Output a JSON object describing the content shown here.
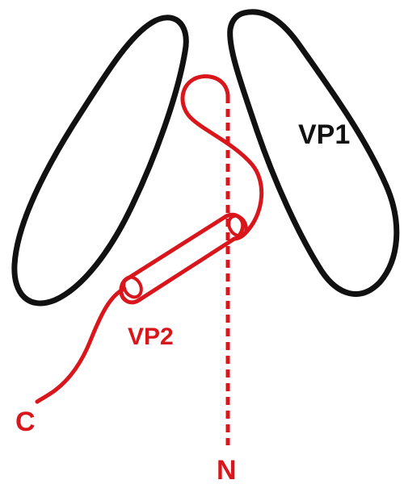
{
  "labels": {
    "vp1": "VP1",
    "vp2": "VP2",
    "c_terminus": "C",
    "n_terminus": "N"
  },
  "colors": {
    "outline": "#111111",
    "vp2": "#d8161b",
    "background": "#ffffff"
  }
}
